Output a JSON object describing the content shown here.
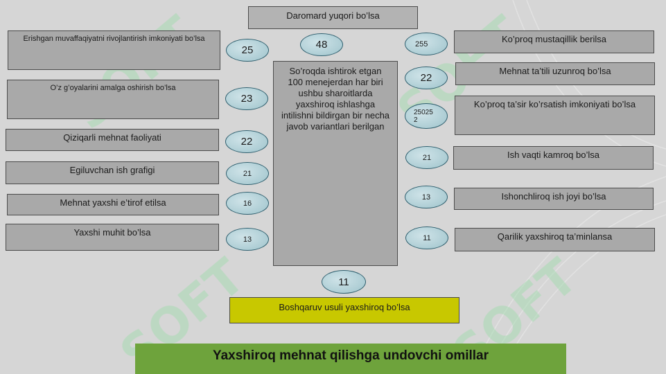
{
  "title": "Yaxshiroq mehnat qilishga undovchi omillar",
  "center_text": "So’roqda ishtirok etgan 100 menejerdan har biri ushbu sharoitlarda yaxshiroq ishlashga intilishni bildirgan bir necha javob variantlari berilgan",
  "top": {
    "label": "Daromard yuqori bo’lsa",
    "value": "48"
  },
  "bottom": {
    "label": "Boshqaruv usuli yaxshiroq bo’lsa",
    "value": "11"
  },
  "left_items": [
    {
      "label": "Erishgan muvaffaqiyatni rivojlantirish imkoniyati bo’lsa",
      "value": "25"
    },
    {
      "label": "O’z g’oyalarini amalga oshirish bo’lsa",
      "value": "23"
    },
    {
      "label": "Qiziqarli mehnat faoliyati",
      "value": "22"
    },
    {
      "label": "Egiluvchan ish grafigi",
      "value": "21"
    },
    {
      "label": "Mehnat yaxshi e’tirof etilsa",
      "value": "16"
    },
    {
      "label": "Yaxshi muhit bo’lsa",
      "value": "13"
    }
  ],
  "right_items": [
    {
      "label": "Ko’proq mustaqillik berilsa",
      "value": "255"
    },
    {
      "label": "Mehnat ta’tili uzunroq bo’lsa",
      "value": "22"
    },
    {
      "label": "Ko’proq ta’sir ko’rsatish imkoniyati bo’lsa",
      "value": "250252"
    },
    {
      "label": "Ish vaqti kamroq bo’lsa",
      "value": "21"
    },
    {
      "label": "Ishonchliroq ish joyi bo’lsa",
      "value": "13"
    },
    {
      "label": "Qarilik yaxshiroq ta’minlansa",
      "value": "11"
    }
  ],
  "watermark": "SOFT",
  "colors": {
    "box": "#a9a9a9",
    "bottom_box": "#c8c800",
    "title_bar": "#6ea33c",
    "watermark": "#9cd4a8"
  }
}
